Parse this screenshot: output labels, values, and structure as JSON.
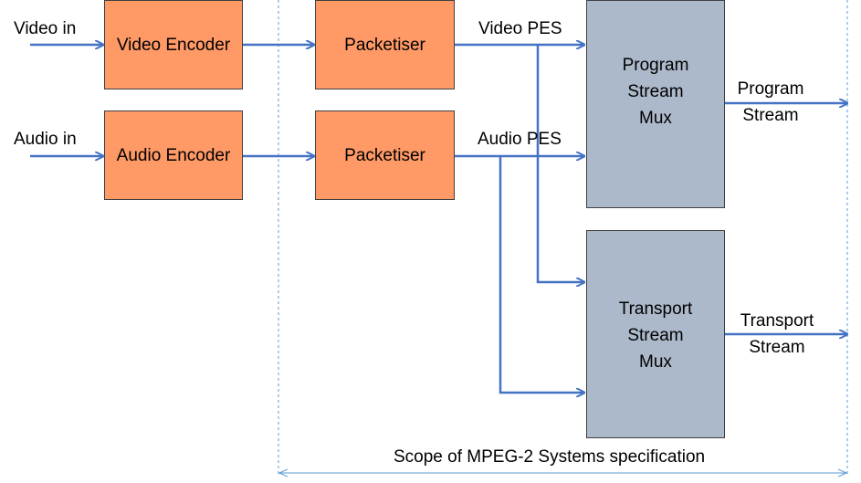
{
  "inputs": {
    "video_in": "Video in",
    "audio_in": "Audio in"
  },
  "encoders": {
    "video": "Video Encoder",
    "audio": "Audio Encoder"
  },
  "packetisers": {
    "video": "Packetiser",
    "audio": "Packetiser"
  },
  "streams": {
    "video_pes": "Video PES",
    "audio_pes": "Audio PES"
  },
  "muxes": {
    "program": [
      "Program",
      "Stream",
      "Mux"
    ],
    "transport": [
      "Transport",
      "Stream",
      "Mux"
    ]
  },
  "outputs": {
    "program": [
      "Program",
      "Stream"
    ],
    "transport": [
      "Transport",
      "Stream"
    ]
  },
  "scope_label": "Scope of MPEG-2 Systems specification",
  "colors": {
    "line": "#4472c4",
    "encoder_fill": "#ff9966",
    "mux_fill": "#acb9ca",
    "scope_line": "#5b9bd5"
  }
}
